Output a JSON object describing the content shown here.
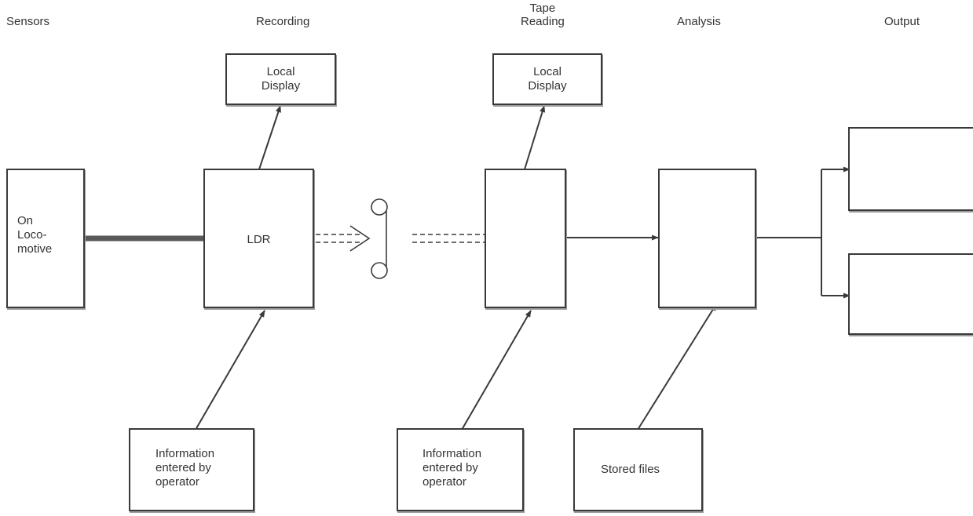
{
  "headers": {
    "sensors": "Sensors",
    "recording": "Recording",
    "tape_reading": [
      "Tape",
      "Reading"
    ],
    "analysis": "Analysis",
    "output": "Output"
  },
  "boxes": {
    "local_display_1": [
      "Local",
      "Display"
    ],
    "local_display_2": [
      "Local",
      "Display"
    ],
    "on_locomotive": [
      "On",
      "Loco-",
      "motive"
    ],
    "ldr": "LDR",
    "info_operator_1": [
      "Information",
      "entered by",
      "operator"
    ],
    "info_operator_2": [
      "Information",
      "entered by",
      "operator"
    ],
    "stored_files": "Stored files"
  },
  "colors": {
    "line": "#3a3a3a",
    "text": "#333333",
    "box_shadow": "#9a9a9a"
  }
}
